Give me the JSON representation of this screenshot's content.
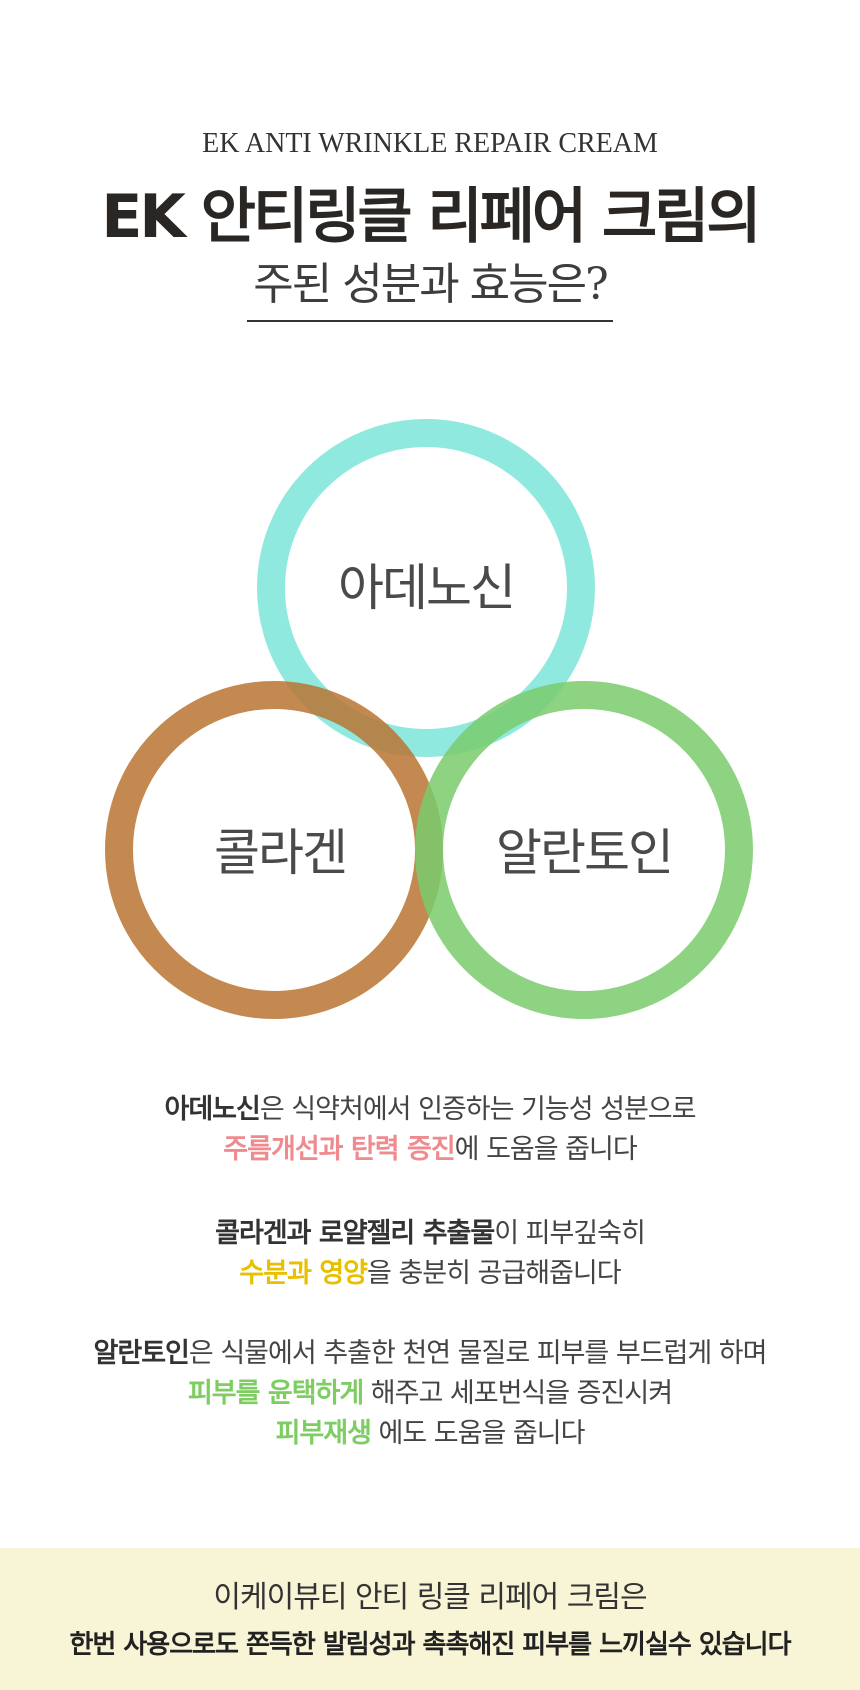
{
  "header": {
    "english_title": "EK ANTI WRINKLE REPAIR CREAM",
    "title": "EK 안티링클 리페어 크림의",
    "subtitle": "주된 성분과 효능은?"
  },
  "venn": {
    "top": {
      "label": "아데노신",
      "color": "#7de5d8"
    },
    "left": {
      "label": "콜라겐",
      "color": "#b97433"
    },
    "right": {
      "label": "알란토인",
      "color": "#7acb6c"
    }
  },
  "descriptions": {
    "adenosine": {
      "line1_bold": "아데노신",
      "line1_rest": "은 식약처에서 인증하는 기능성 성분으로",
      "line2_highlight": "주름개선과 탄력 증진",
      "line2_rest": "에 도움을 줍니다"
    },
    "collagen": {
      "line1_bold": "콜라겐과 로얄젤리 추출물",
      "line1_rest": "이 피부깊숙히",
      "line2_highlight": "수분과 영양",
      "line2_rest": "을 충분히 공급해줍니다"
    },
    "allantoin": {
      "line1_bold": "알란토인",
      "line1_rest": "은 식물에서 추출한 천연 물질로 피부를 부드럽게 하며",
      "line2_highlight": "피부를 윤택하게",
      "line2_rest": " 해주고 세포번식을 증진시켜",
      "line3_highlight": "피부재생",
      "line3_rest": " 에도 도움을 줍니다"
    }
  },
  "footer": {
    "line1": "이케이뷰티  안티 링클 리페어 크림은",
    "line2": "한번 사용으로도  쫀득한 발림성과 촉촉해진 피부를 느끼실수 있습니다"
  }
}
